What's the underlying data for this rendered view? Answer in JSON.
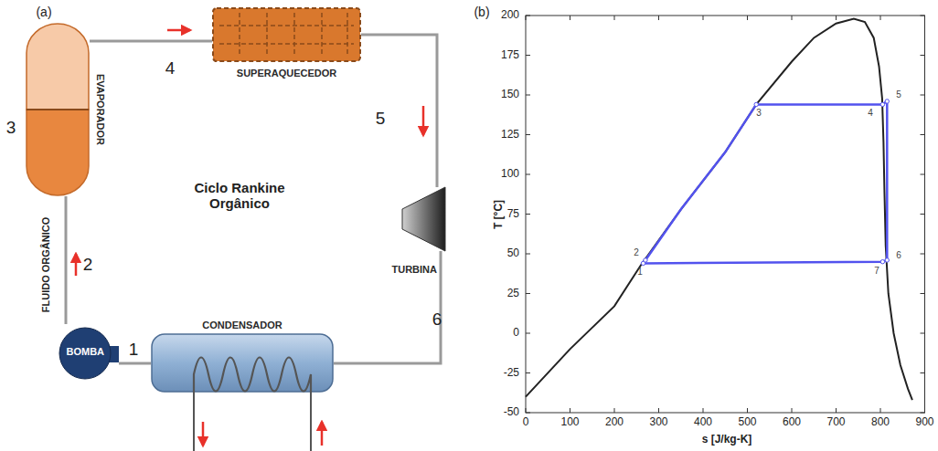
{
  "diagram": {
    "nodes": [
      {
        "text": [
          "EVAPORADOR"
        ]
      },
      {
        "text": [
          "SUPERAQUECEDOR"
        ]
      },
      {
        "text": [
          "TURBINA"
        ]
      },
      {
        "text": [
          "CONDENSADOR"
        ]
      },
      {
        "text": [
          "BOMBA"
        ]
      }
    ],
    "edges": [
      {
        "from": 0,
        "to": 1,
        "arrow": "none"
      },
      {
        "from": 1,
        "to": 2,
        "arrow": "none"
      },
      {
        "from": 2,
        "to": 3,
        "arrow": "none"
      },
      {
        "from": 3,
        "to": 4,
        "arrow": "none"
      },
      {
        "from": 4,
        "to": 0,
        "arrow": "none"
      }
    ],
    "labels": [
      "(a)",
      "3",
      "4",
      "5",
      "6",
      "1",
      "2",
      "Ciclo Rankine Orgânico",
      "FLUIDO ORGÂNICO",
      "(b)",
      "200",
      "175",
      "150",
      "125",
      "100",
      "75",
      "50",
      "25",
      "0",
      "-25",
      "-50",
      "0",
      "100",
      "200",
      "300",
      "400",
      "500",
      "600",
      "700",
      "800",
      "900",
      "T [°C]",
      "s [J/kg-K]",
      "1",
      "2",
      "3",
      "4",
      "5",
      "6",
      "7"
    ]
  }
}
